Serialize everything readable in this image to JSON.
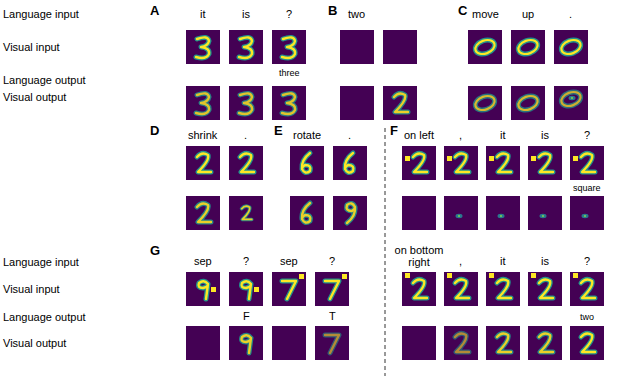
{
  "diagram": {
    "labels": [
      "Language input",
      "Visual input",
      "Language output",
      "Visual output",
      "A",
      "it",
      "is",
      "?",
      "three",
      "B",
      "two",
      "C",
      "move",
      "up",
      ".",
      "D",
      "shrink",
      ".",
      "E",
      "rotate",
      ".",
      "F",
      "on left",
      ",",
      "it",
      "is",
      "?",
      "square",
      "on bottom right",
      ",",
      "it",
      "is",
      "?",
      "two",
      "Language input",
      "Visual input",
      "Language output",
      "Visual output",
      "G",
      "sep",
      "?",
      "F",
      "sep",
      "?",
      "T"
    ]
  }
}
